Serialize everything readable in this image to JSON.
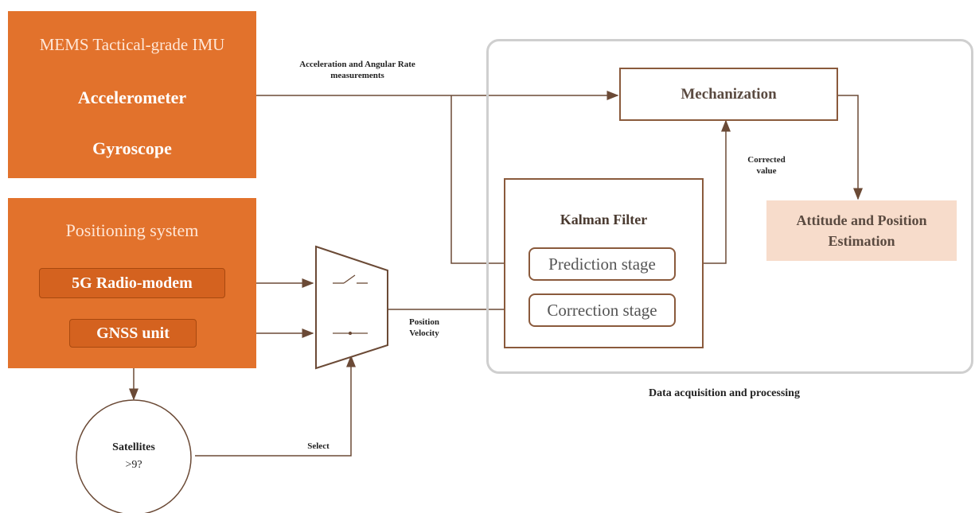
{
  "imu": {
    "title": "MEMS Tactical-grade IMU",
    "accelerometer": "Accelerometer",
    "gyroscope": "Gyroscope"
  },
  "positioning": {
    "title": "Positioning system",
    "radio": "5G Radio-modem",
    "gnss": "GNSS unit"
  },
  "labels": {
    "accel_rate": "Acceleration and Angular Rate",
    "measurements": "measurements",
    "corrected": "Corrected",
    "value": "value",
    "position": "Position",
    "velocity": "Velocity",
    "select": "Select",
    "panel_caption": "Data acquisition and processing"
  },
  "mechanization": "Mechanization",
  "kalman": {
    "title": "Kalman Filter",
    "prediction": "Prediction stage",
    "correction": "Correction stage"
  },
  "output": {
    "line1": "Attitude and Position",
    "line2": "Estimation"
  },
  "satellites": {
    "line1": "Satellites",
    "line2": ">9?"
  },
  "colors": {
    "orange": "#e2722c",
    "output_fill": "#f7dccb",
    "panel_border": "#cfcfcf",
    "box_border": "#8a5a3c"
  }
}
